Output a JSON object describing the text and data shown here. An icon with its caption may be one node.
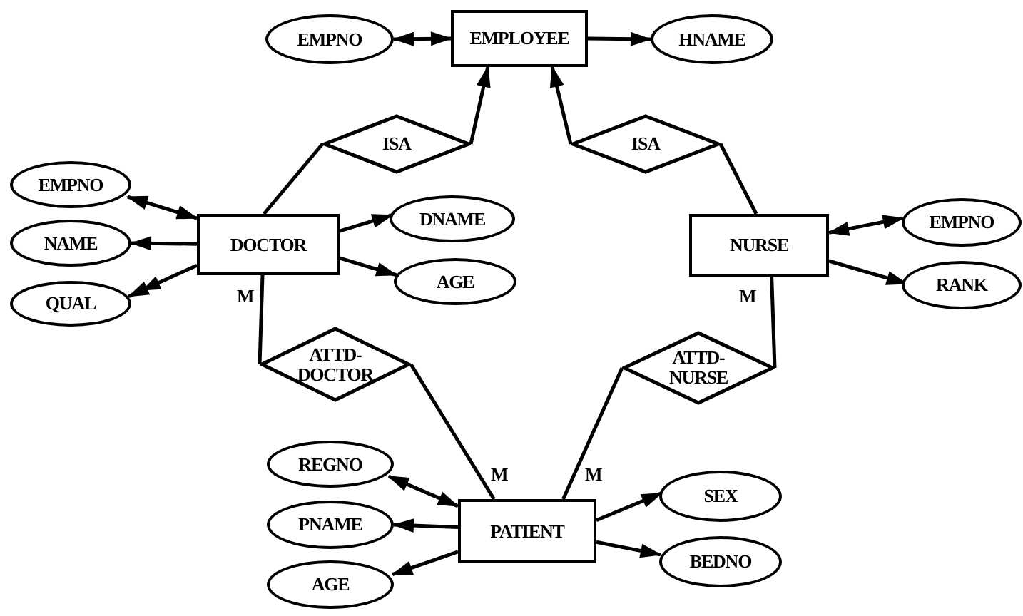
{
  "diagram": {
    "nodes": [
      {
        "text": [
          "EMPNO"
        ]
      },
      {
        "text": [
          "EMPLOYEE"
        ]
      },
      {
        "text": [
          "HNAME"
        ]
      },
      {
        "text": [
          "ISA"
        ]
      },
      {
        "text": [
          "ISA"
        ]
      },
      {
        "text": [
          "EMPNO"
        ]
      },
      {
        "text": [
          "DOCTOR"
        ]
      },
      {
        "text": [
          "DNAME"
        ]
      },
      {
        "text": [
          "NAME"
        ]
      },
      {
        "text": [
          "NURSE"
        ]
      },
      {
        "text": [
          "EMPNO"
        ]
      },
      {
        "text": [
          "QUAL"
        ]
      },
      {
        "text": [
          "AGE"
        ]
      },
      {
        "text": [
          "RANK"
        ]
      },
      {
        "text": [
          "ATTD-DOCTOR"
        ]
      },
      {
        "text": [
          "ATTD-NURSE"
        ]
      },
      {
        "text": [
          "REGNO"
        ]
      },
      {
        "text": [
          "PNAME"
        ]
      },
      {
        "text": [
          "PATIENT"
        ]
      },
      {
        "text": [
          "SEX"
        ]
      },
      {
        "text": [
          "AGE"
        ]
      },
      {
        "text": [
          "BEDNO"
        ]
      }
    ],
    "edges": [
      {
        "from": 0,
        "to": 1,
        "arrow": "both"
      },
      {
        "from": 1,
        "to": 2,
        "arrow": "to"
      },
      {
        "from": 6,
        "to": 3,
        "arrow": "none"
      },
      {
        "from": 3,
        "to": 1,
        "arrow": "to"
      },
      {
        "from": 9,
        "to": 4,
        "arrow": "none"
      },
      {
        "from": 4,
        "to": 1,
        "arrow": "to"
      },
      {
        "from": 5,
        "to": 6,
        "arrow": "both"
      },
      {
        "from": 6,
        "to": 8,
        "arrow": "to"
      },
      {
        "from": 6,
        "to": 11,
        "arrow": "to"
      },
      {
        "from": 6,
        "to": 7,
        "arrow": "to"
      },
      {
        "from": 6,
        "to": 12,
        "arrow": "to"
      },
      {
        "from": 9,
        "to": 10,
        "arrow": "both"
      },
      {
        "from": 9,
        "to": 13,
        "arrow": "to"
      },
      {
        "from": 6,
        "to": 14,
        "arrow": "none",
        "label": "M"
      },
      {
        "from": 14,
        "to": 18,
        "arrow": "none",
        "label": "M"
      },
      {
        "from": 9,
        "to": 15,
        "arrow": "none",
        "label": "M"
      },
      {
        "from": 15,
        "to": 18,
        "arrow": "none",
        "label": "M"
      },
      {
        "from": 16,
        "to": 18,
        "arrow": "both"
      },
      {
        "from": 18,
        "to": 17,
        "arrow": "to"
      },
      {
        "from": 18,
        "to": 20,
        "arrow": "to"
      },
      {
        "from": 18,
        "to": 19,
        "arrow": "to"
      },
      {
        "from": 18,
        "to": 21,
        "arrow": "to"
      }
    ]
  }
}
